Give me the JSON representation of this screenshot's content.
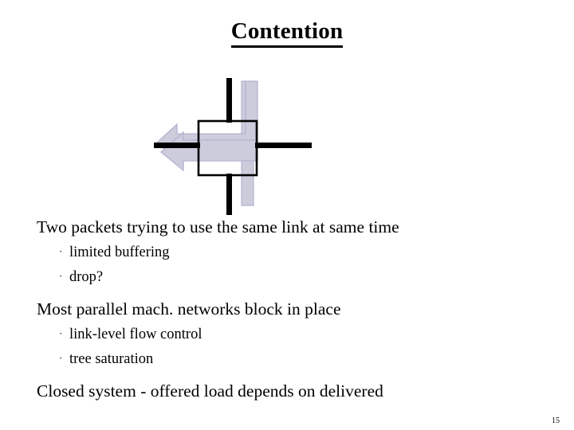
{
  "slide": {
    "title": "Contention",
    "page_number": "15",
    "background_color": "#ffffff",
    "text_color": "#000000"
  },
  "diagram": {
    "name": "contention-router-diagram",
    "description": "Two packet flows arriving at a router and contending for the same outgoing left link",
    "link_color": "#000000",
    "packet_color": "#ccccdd",
    "packet_outline_color": "#b8b8d4",
    "router_box_color": "#000000",
    "elements": [
      {
        "label": "router-box"
      },
      {
        "label": "link-north"
      },
      {
        "label": "link-south"
      },
      {
        "label": "link-west"
      },
      {
        "label": "link-east"
      },
      {
        "label": "packet-flow-turning-arrow"
      },
      {
        "label": "packet-flow-straight-arrow"
      },
      {
        "label": "packet-flow-vertical-bar"
      }
    ]
  },
  "body": [
    {
      "level": 0,
      "bullet": "",
      "text": "Two packets trying to use the same link at same time"
    },
    {
      "level": 1,
      "bullet": "·",
      "text": "limited buffering"
    },
    {
      "level": 1,
      "bullet": "·",
      "text": "drop?"
    },
    {
      "level": 0,
      "bullet": "",
      "text": "Most parallel mach. networks block in place"
    },
    {
      "level": 1,
      "bullet": "·",
      "text": "link-level flow control"
    },
    {
      "level": 1,
      "bullet": "·",
      "text": "tree saturation"
    },
    {
      "level": 0,
      "bullet": "",
      "text": "Closed system - offered load depends on delivered"
    }
  ]
}
